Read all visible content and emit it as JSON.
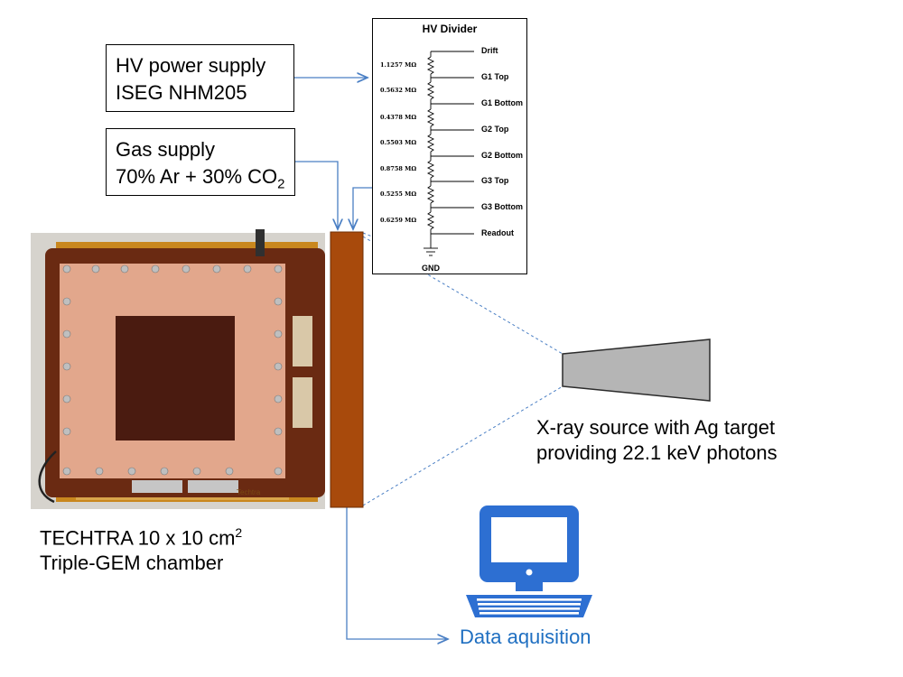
{
  "hv_supply": {
    "line1": "HV power supply",
    "line2": "ISEG NHM205"
  },
  "gas_supply": {
    "line1": "Gas supply",
    "line2": "70% Ar + 30% CO",
    "line2_sub": "2"
  },
  "hv_divider": {
    "title": "HV Divider",
    "taps": [
      "Drift",
      "G1 Top",
      "G1 Bottom",
      "G2 Top",
      "G2 Bottom",
      "G3 Top",
      "G3 Bottom",
      "Readout"
    ],
    "resistors": [
      "1.1257 MΩ",
      "0.5632 MΩ",
      "0.4378 MΩ",
      "0.5503 MΩ",
      "0.8758 MΩ",
      "0.5255 MΩ",
      "0.6259 MΩ"
    ],
    "ground": "GND"
  },
  "chamber": {
    "line1": "TECHTRA 10 x 10 cm",
    "line1_sup": "2",
    "line2": "Triple-GEM chamber",
    "pcb_text": "Techtra"
  },
  "xray": {
    "line1": "X-ray source with Ag target",
    "line2": "providing 22.1 keV photons"
  },
  "daq": {
    "label": "Data aquisition"
  },
  "colors": {
    "arrow": "#4a7fc4",
    "detector": "#a84a0c",
    "computer": "#2d6fd2",
    "source": "#b5b5b5",
    "daq_text": "#1f6fc1"
  }
}
